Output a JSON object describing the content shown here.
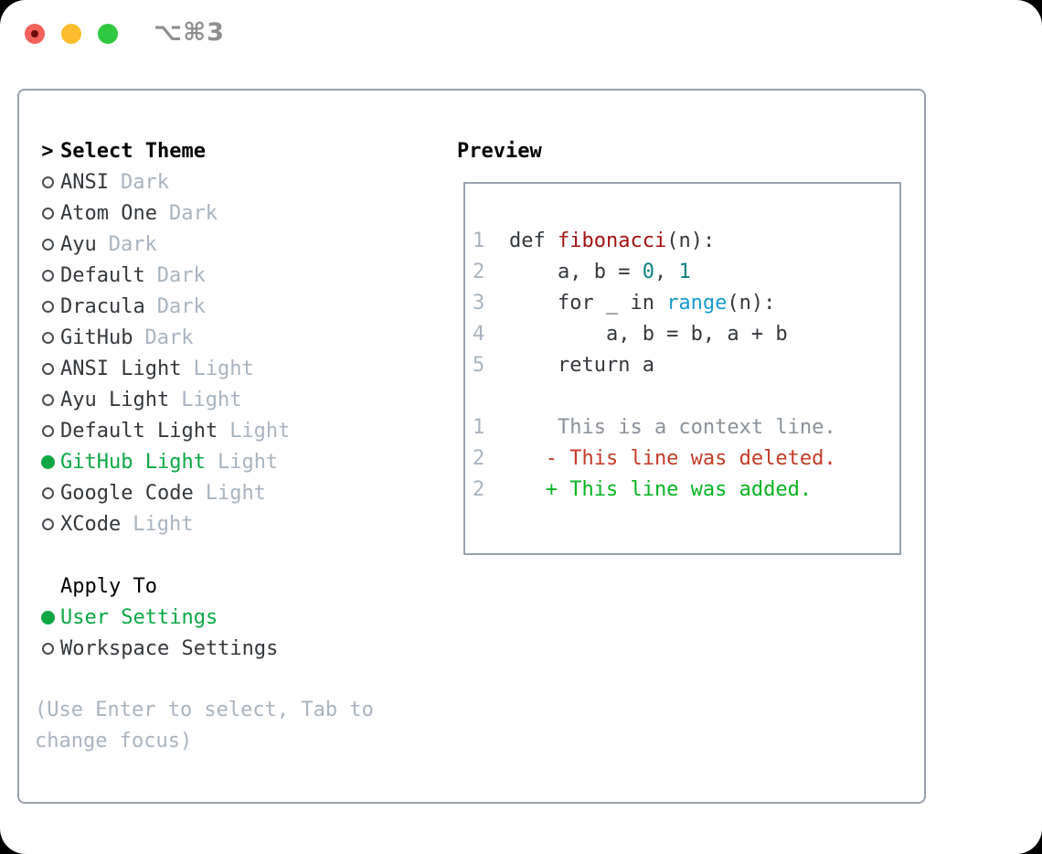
{
  "titlebar": {
    "title": "⌥⌘3"
  },
  "theme_menu": {
    "pointer": ">",
    "header": "Select Theme",
    "items": [
      {
        "name": "ANSI",
        "tag": "Dark",
        "selected": false
      },
      {
        "name": "Atom One",
        "tag": "Dark",
        "selected": false
      },
      {
        "name": "Ayu",
        "tag": "Dark",
        "selected": false
      },
      {
        "name": "Default",
        "tag": "Dark",
        "selected": false
      },
      {
        "name": "Dracula",
        "tag": "Dark",
        "selected": false
      },
      {
        "name": "GitHub",
        "tag": "Dark",
        "selected": false
      },
      {
        "name": "ANSI Light",
        "tag": "Light",
        "selected": false
      },
      {
        "name": "Ayu Light",
        "tag": "Light",
        "selected": false
      },
      {
        "name": "Default Light",
        "tag": "Light",
        "selected": false
      },
      {
        "name": "GitHub Light",
        "tag": "Light",
        "selected": true
      },
      {
        "name": "Google Code",
        "tag": "Light",
        "selected": false
      },
      {
        "name": "XCode",
        "tag": "Light",
        "selected": false
      }
    ]
  },
  "apply_to": {
    "header": "Apply To",
    "items": [
      {
        "name": "User Settings",
        "selected": true
      },
      {
        "name": "Workspace Settings",
        "selected": false
      }
    ]
  },
  "help_text": "(Use Enter to select, Tab to change focus)",
  "preview": {
    "header": "Preview",
    "lines": [
      {
        "num": "1",
        "tokens": [
          {
            "t": "def ",
            "c": "code"
          },
          {
            "t": "fibonacci",
            "c": "func"
          },
          {
            "t": "(n):",
            "c": "code"
          }
        ]
      },
      {
        "num": "2",
        "tokens": [
          {
            "t": "    a, b = ",
            "c": "code"
          },
          {
            "t": "0",
            "c": "num"
          },
          {
            "t": ", ",
            "c": "code"
          },
          {
            "t": "1",
            "c": "num"
          }
        ]
      },
      {
        "num": "3",
        "tokens": [
          {
            "t": "    for _ in ",
            "c": "code"
          },
          {
            "t": "range",
            "c": "builtin"
          },
          {
            "t": "(n):",
            "c": "code"
          }
        ]
      },
      {
        "num": "4",
        "tokens": [
          {
            "t": "        a, b = b, a + b",
            "c": "code"
          }
        ]
      },
      {
        "num": "5",
        "tokens": [
          {
            "t": "    return a",
            "c": "code"
          }
        ]
      },
      {
        "num": "",
        "tokens": []
      },
      {
        "num": "1",
        "tokens": [
          {
            "t": "    This is a context line.",
            "c": "context"
          }
        ]
      },
      {
        "num": "2",
        "tokens": [
          {
            "t": "   - This line was deleted.",
            "c": "deleted"
          }
        ]
      },
      {
        "num": "2",
        "tokens": [
          {
            "t": "   + This line was added.",
            "c": "added"
          }
        ]
      }
    ]
  },
  "colors": {
    "accent_green": "#0ca744",
    "added_green": "#07b322",
    "deleted_red": "#c53b28",
    "function_red": "#a31212",
    "number_teal": "#0d7f81",
    "builtin_blue": "#189ace",
    "muted_gray": "#a9b4c0",
    "context_gray": "#8a9199",
    "text_dark": "#34383c",
    "border_gray": "#98a2ad",
    "traffic_red": "#f4605a",
    "traffic_yellow": "#fbbc2e",
    "traffic_green": "#2ec941"
  }
}
